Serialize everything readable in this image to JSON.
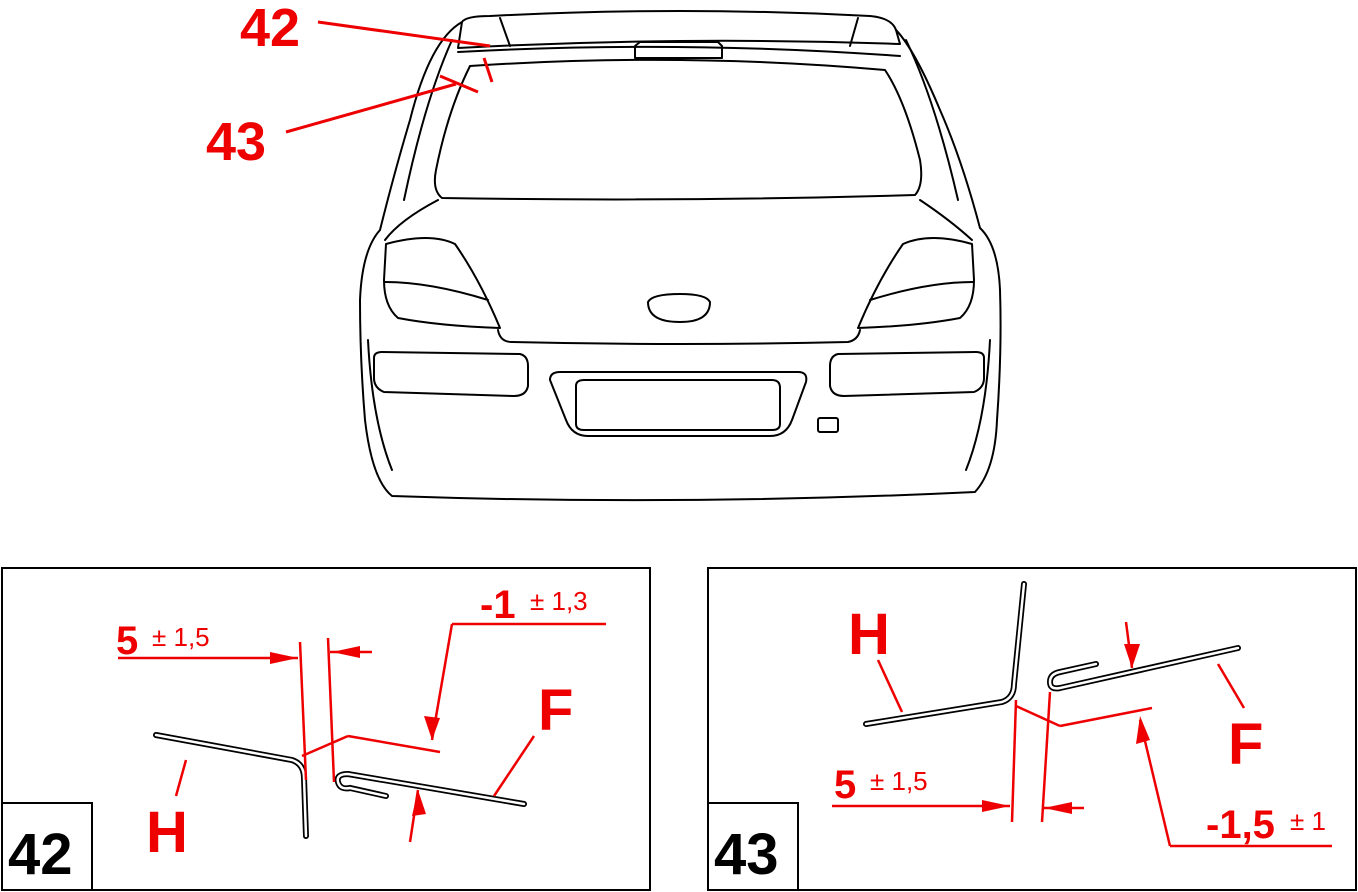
{
  "overview": {
    "callout_top": "42",
    "callout_bottom": "43"
  },
  "detail_42": {
    "ref": "42",
    "label_h": "H",
    "label_f": "F",
    "gap_value": "5",
    "gap_tolerance": "± 1,5",
    "flush_value": "-1",
    "flush_tolerance": "± 1,3"
  },
  "detail_43": {
    "ref": "43",
    "label_h": "H",
    "label_f": "F",
    "gap_value": "5",
    "gap_tolerance": "± 1,5",
    "flush_value": "-1,5",
    "flush_tolerance": "± 1"
  },
  "colors": {
    "annotation": "#ee0000",
    "linework": "#000000"
  }
}
